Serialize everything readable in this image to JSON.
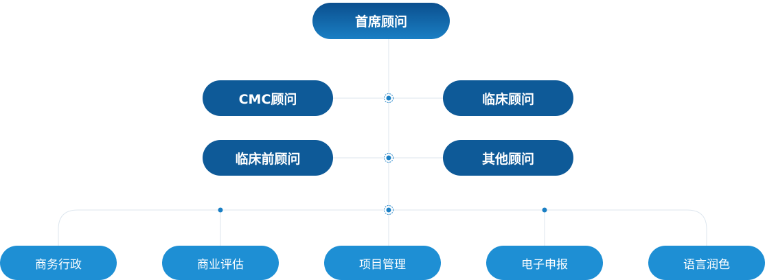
{
  "chief": {
    "label": "首席顾问"
  },
  "advisors": {
    "cmc": "CMC顾问",
    "clinical": "临床顾问",
    "preclinical": "临床前顾问",
    "other": "其他顾问"
  },
  "services": [
    {
      "label": "商务行政"
    },
    {
      "label": "商业评估"
    },
    {
      "label": "项目管理"
    },
    {
      "label": "电子申报"
    },
    {
      "label": "语言润色"
    }
  ],
  "colors": {
    "chief_gradient_top": "#0b4f8e",
    "chief_gradient_bottom": "#1a7fc4",
    "advisor_fill": "#0e5a98",
    "service_fill": "#1e8fd4",
    "connector_line": "#dde6ee",
    "junction_dot": "#1a7fc4"
  }
}
